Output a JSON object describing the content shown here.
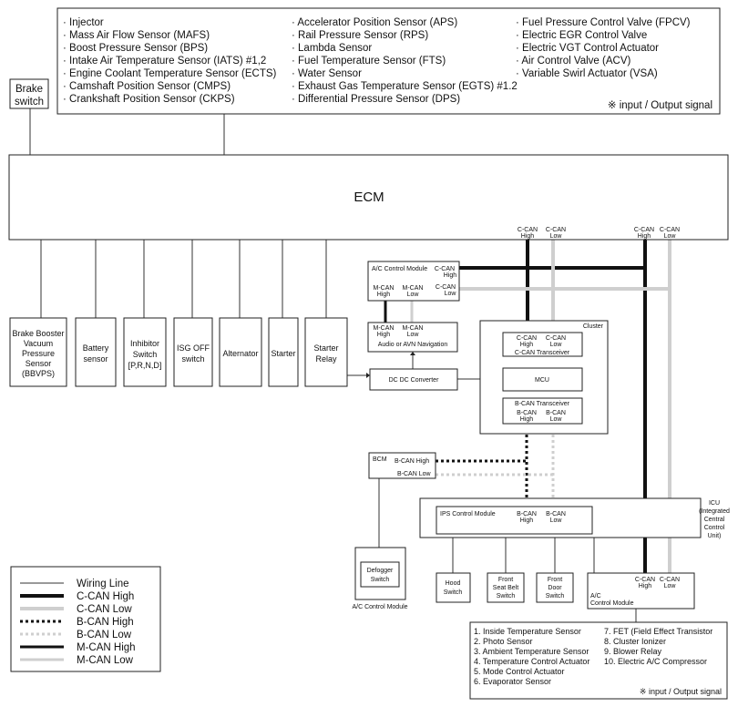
{
  "inputs_col1": [
    "· Injector",
    "· Mass Air Flow Sensor (MAFS)",
    "· Boost Pressure Sensor (BPS)",
    "· Intake Air Temperature Sensor (IATS) #1,2",
    "· Engine Coolant Temperature Sensor (ECTS)",
    "· Camshaft Position Sensor (CMPS)",
    "· Crankshaft Position Sensor (CKPS)"
  ],
  "inputs_col2": [
    "· Accelerator Position Sensor (APS)",
    "· Rail Pressure Sensor (RPS)",
    "· Lambda Sensor",
    "· Fuel Temperature Sensor (FTS)",
    "· Water Sensor",
    "· Exhaust Gas Temperature Sensor (EGTS) #1.2",
    "· Differential Pressure Sensor (DPS)"
  ],
  "inputs_col3": [
    "· Fuel Pressure Control Valve (FPCV)",
    "· Electric EGR Control Valve",
    "· Electric VGT Control Actuator",
    "· Air Control Valve (ACV)",
    "· Variable Swirl Actuator (VSA)"
  ],
  "signal_note": "※ input / Output signal",
  "brake_switch": [
    "Brake",
    "switch"
  ],
  "ecm": "ECM",
  "can_labels": {
    "ccan_high_1": [
      "C-CAN",
      "High"
    ],
    "ccan_low_1": [
      "C-CAN",
      "Low"
    ],
    "ccan_high_2": [
      "C-CAN",
      "High"
    ],
    "ccan_low_2": [
      "C-CAN",
      "Low"
    ]
  },
  "bottom_boxes": {
    "bbvps": [
      "Brake Booster",
      "Vacuum",
      "Pressure",
      "Sensor",
      "(BBVPS)"
    ],
    "battery": [
      "Battery",
      "sensor"
    ],
    "inhibitor": [
      "Inhibitor",
      "Switch",
      "[P,R,N,D]"
    ],
    "isg": [
      "ISG OFF",
      "switch"
    ],
    "alternator": [
      "Alternator"
    ],
    "starter": [
      "Starter"
    ],
    "starter_relay": [
      "Starter",
      "Relay"
    ]
  },
  "ac_module": {
    "title": "A/C Control Module",
    "c_can_high": [
      "C-CAN",
      "High"
    ],
    "m_can_high": [
      "M-CAN",
      "High"
    ],
    "m_can_low": [
      "M-CAN",
      "Low"
    ],
    "c_can_low": [
      "C-CAN",
      "Low"
    ]
  },
  "audio": {
    "m_can_high": [
      "M-CAN",
      "High"
    ],
    "m_can_low": [
      "M-CAN",
      "Low"
    ],
    "label": "Audio or AVN Navigation"
  },
  "dcdc": "DC DC Converter",
  "cluster": {
    "title": "Cluster",
    "c_can_high": [
      "C-CAN",
      "High"
    ],
    "c_can_low": [
      "C-CAN",
      "Low"
    ],
    "c_can_transceiver": "C-CAN Transceiver",
    "mcu": "MCU",
    "b_can_transceiver": "B-CAN Transceiver",
    "b_can_high": [
      "B-CAN",
      "High"
    ],
    "b_can_low": [
      "B-CAN",
      "Low"
    ]
  },
  "bcm": {
    "title": "BCM",
    "b_can_high": "B-CAN High",
    "b_can_low": "B-CAN Low"
  },
  "icu": {
    "label": [
      "ICU",
      "(Integrated",
      "Central",
      "Control",
      "Unit)"
    ],
    "ips": "IPS Control Module",
    "b_can_high": [
      "B-CAN",
      "High"
    ],
    "b_can_low": [
      "B-CAN",
      "Low"
    ]
  },
  "defogger": [
    "Defogger",
    "Switch"
  ],
  "ac_control_module_label": "A/C Control Module",
  "hood": [
    "Hood",
    "Switch"
  ],
  "front_seat_belt": [
    "Front",
    "Seat Belt",
    "Switch"
  ],
  "front_door": [
    "Front",
    "Door",
    "Switch"
  ],
  "ac_module2": {
    "a_c": "A/C",
    "control_module": "Control Module",
    "c_can_high": [
      "C-CAN",
      "High"
    ],
    "c_can_low": [
      "C-CAN",
      "Low"
    ]
  },
  "legend": [
    "Wiring Line",
    "C-CAN High",
    "C-CAN Low",
    "B-CAN High",
    "B-CAN Low",
    "M-CAN High",
    "M-CAN Low"
  ],
  "ac_inputs_col1": [
    "1. Inside Temperature Sensor",
    "2. Photo Sensor",
    "3. Ambient Temperature Sensor",
    "4. Temperature Control Actuator",
    "5. Mode Control Actuator",
    "6. Evaporator Sensor"
  ],
  "ac_inputs_col2": [
    "7. FET (Field Effect Transistor",
    "8. Cluster Ionizer",
    "9. Blower Relay",
    "10. Electric A/C Compressor"
  ],
  "ac_signal_note": "※ input / Output signal"
}
